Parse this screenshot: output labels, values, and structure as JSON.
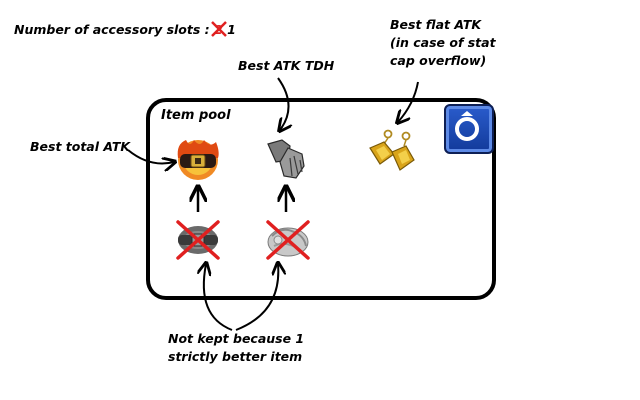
{
  "header": {
    "slots_label": "Number of accessory slots :",
    "slots_old": "2",
    "slots_new": "1"
  },
  "annotations": {
    "best_atk_tdh": "Best ATK TDH",
    "best_flat_atk": [
      "Best flat ATK",
      "(in case of stat",
      "cap overflow)"
    ],
    "best_total_atk": "Best total ATK",
    "not_kept": [
      "Not kept because 1",
      "strictly better item"
    ]
  },
  "pool": {
    "title": "Item pool",
    "badge_icon": "ring-icon",
    "items": {
      "kept_total_atk": "flaming-belt-icon",
      "kept_atk_tdh": "gauntlet-icon",
      "kept_flat_atk": "gold-earrings-icon",
      "discarded_1": "dark-belt-icon",
      "discarded_2": "silver-gauntlet-icon"
    }
  },
  "colors": {
    "cross": "#e02020",
    "badge": "#1f4fbf",
    "gold": "#d4a017",
    "flame": "#e8721c"
  }
}
